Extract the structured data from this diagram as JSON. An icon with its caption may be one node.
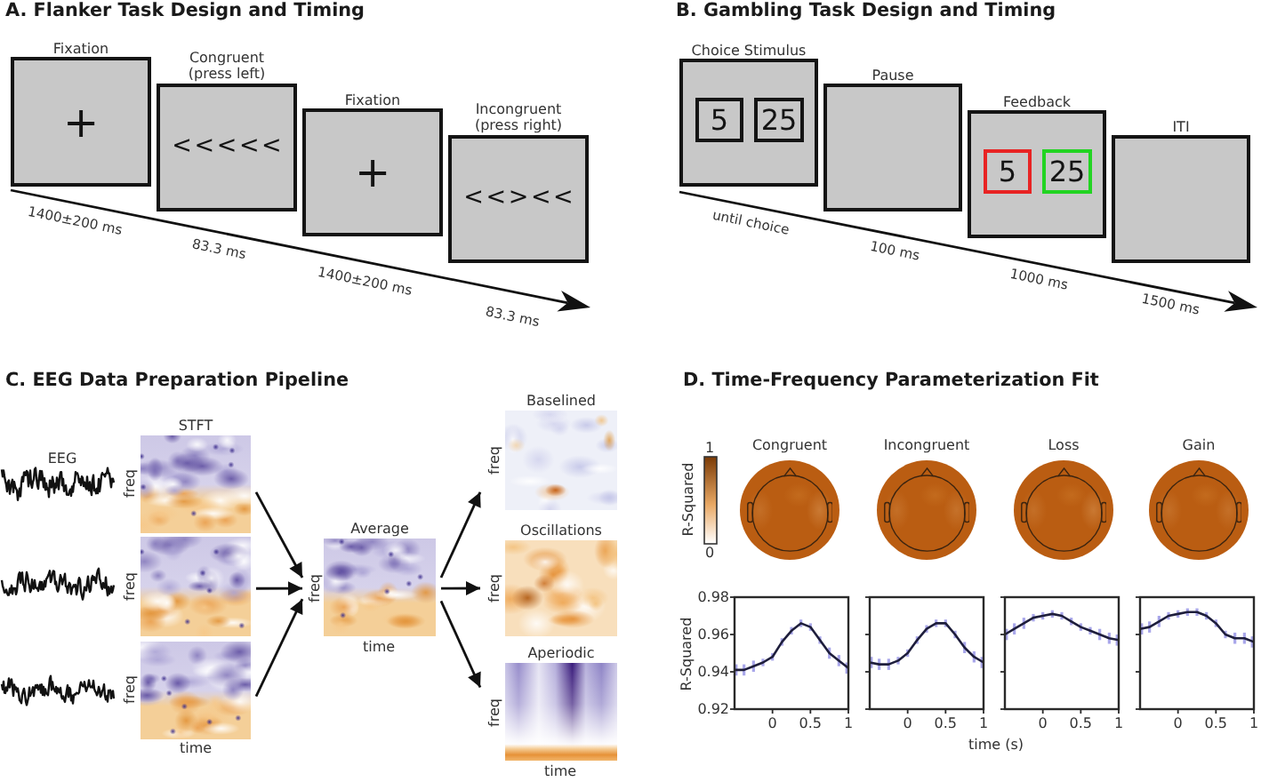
{
  "diagram": {
    "nodes": [
      {
        "text": [
          "Fixation",
          "+"
        ]
      },
      {
        "text": [
          "Congruent (press left)",
          "<<<<<"
        ]
      },
      {
        "text": [
          "Fixation",
          "+"
        ]
      },
      {
        "text": [
          "Incongruent (press right)",
          "<<><<"
        ]
      },
      {
        "text": [
          "Choice Stimulus"
        ]
      },
      {
        "text": [
          "5"
        ],
        "in": 4
      },
      {
        "text": [
          "25"
        ],
        "in": 4
      },
      {
        "text": [
          "Pause"
        ]
      },
      {
        "text": [
          "Feedback"
        ]
      },
      {
        "text": [
          "5"
        ],
        "in": 8
      },
      {
        "text": [
          "25"
        ],
        "in": 8
      },
      {
        "text": [
          "ITI"
        ]
      },
      {
        "text": [
          "STFT"
        ],
        "beside": [
          "freq"
        ]
      },
      {
        "text": [],
        "shape": "picture",
        "beside": [
          "freq"
        ]
      },
      {
        "text": [],
        "shape": "picture",
        "beside": [
          "freq",
          "time"
        ]
      },
      {
        "text": [
          "Average"
        ],
        "beside": [
          "freq",
          "time"
        ]
      },
      {
        "text": [
          "Baselined"
        ],
        "beside": [
          "freq"
        ]
      },
      {
        "text": [
          "Oscillations"
        ],
        "beside": [
          "freq"
        ]
      },
      {
        "text": [
          "Aperiodic"
        ],
        "beside": [
          "freq",
          "time"
        ]
      },
      {
        "text": [
          "Congruent"
        ]
      },
      {
        "text": [
          "Incongruent"
        ]
      },
      {
        "text": [
          "Loss"
        ]
      },
      {
        "text": [
          "Gain"
        ]
      }
    ],
    "edges": [
      {
        "from": 12,
        "to": 15,
        "arrow": "to"
      },
      {
        "from": 13,
        "to": 15,
        "arrow": "to"
      },
      {
        "from": 14,
        "to": 15,
        "arrow": "to"
      },
      {
        "from": 15,
        "to": 16,
        "arrow": "to"
      },
      {
        "from": 15,
        "to": 17,
        "arrow": "to"
      },
      {
        "from": 15,
        "to": 18,
        "arrow": "to"
      }
    ],
    "labels": [
      "A. Flanker Task Design and Timing",
      "B. Gambling Task Design and Timing",
      "1400±200 ms",
      "83.3 ms",
      "1400±200 ms",
      "83.3 ms",
      "until choice",
      "100 ms",
      "1000 ms",
      "1500 ms",
      "C. EEG Data Preparation Pipeline",
      "D. Time-Frequency Parameterization Fit",
      "EEG",
      "R-Squared",
      "1",
      "0",
      "time (s)"
    ],
    "chart_data": [
      {
        "type": "line",
        "ylabel": "R-Squared",
        "x": [
          -0.5,
          -0.375,
          -0.25,
          -0.125,
          0,
          0.125,
          0.25,
          0.375,
          0.5,
          0.625,
          0.75,
          0.875,
          1
        ],
        "series": [
          {
            "color": "#1e1e3c",
            "values": [
              0.941,
              0.941,
              0.943,
              0.945,
              0.948,
              0.956,
              0.962,
              0.966,
              0.964,
              0.957,
              0.95,
              0.946,
              0.942
            ],
            "errors": [
              0.003,
              0.003,
              0.003,
              0.002,
              0.002,
              0.002,
              0.002,
              0.002,
              0.002,
              0.002,
              0.003,
              0.003,
              0.003
            ]
          }
        ],
        "xlim": [
          -0.5,
          1
        ],
        "ylim": [
          0.92,
          0.98
        ],
        "xticks": [
          0,
          0.5,
          1
        ],
        "yticks": [
          0.92,
          0.94,
          0.96,
          0.98
        ]
      },
      {
        "type": "line",
        "x": [
          -0.5,
          -0.375,
          -0.25,
          -0.125,
          0,
          0.125,
          0.25,
          0.375,
          0.5,
          0.625,
          0.75,
          0.875,
          1
        ],
        "series": [
          {
            "color": "#1e1e3c",
            "values": [
              0.945,
              0.944,
              0.944,
              0.946,
              0.95,
              0.957,
              0.963,
              0.966,
              0.966,
              0.96,
              0.953,
              0.948,
              0.945
            ],
            "errors": [
              0.003,
              0.003,
              0.003,
              0.002,
              0.002,
              0.002,
              0.002,
              0.002,
              0.002,
              0.002,
              0.003,
              0.003,
              0.003
            ]
          }
        ],
        "xlim": [
          -0.5,
          1
        ],
        "ylim": [
          0.92,
          0.98
        ],
        "xticks": [
          0,
          0.5,
          1
        ]
      },
      {
        "type": "line",
        "x": [
          -0.5,
          -0.375,
          -0.25,
          -0.125,
          0,
          0.125,
          0.25,
          0.375,
          0.5,
          0.625,
          0.75,
          0.875,
          1
        ],
        "series": [
          {
            "color": "#1e1e3c",
            "values": [
              0.96,
              0.963,
              0.966,
              0.969,
              0.97,
              0.971,
              0.97,
              0.967,
              0.964,
              0.962,
              0.96,
              0.958,
              0.957
            ],
            "errors": [
              0.003,
              0.003,
              0.003,
              0.002,
              0.002,
              0.002,
              0.002,
              0.002,
              0.002,
              0.002,
              0.003,
              0.003,
              0.003
            ]
          }
        ],
        "xlim": [
          -0.5,
          1
        ],
        "ylim": [
          0.92,
          0.98
        ],
        "xticks": [
          0,
          0.5,
          1
        ]
      },
      {
        "type": "line",
        "x": [
          -0.5,
          -0.375,
          -0.25,
          -0.125,
          0,
          0.125,
          0.25,
          0.375,
          0.5,
          0.625,
          0.75,
          0.875,
          1
        ],
        "series": [
          {
            "color": "#1e1e3c",
            "values": [
              0.963,
              0.964,
              0.967,
              0.97,
              0.971,
              0.972,
              0.972,
              0.97,
              0.966,
              0.96,
              0.958,
              0.958,
              0.956
            ],
            "errors": [
              0.003,
              0.003,
              0.003,
              0.002,
              0.002,
              0.002,
              0.002,
              0.002,
              0.002,
              0.002,
              0.003,
              0.003,
              0.003
            ]
          }
        ],
        "xlim": [
          -0.5,
          1
        ],
        "ylim": [
          0.92,
          0.98
        ],
        "xticks": [
          0,
          0.5,
          1
        ]
      }
    ]
  }
}
